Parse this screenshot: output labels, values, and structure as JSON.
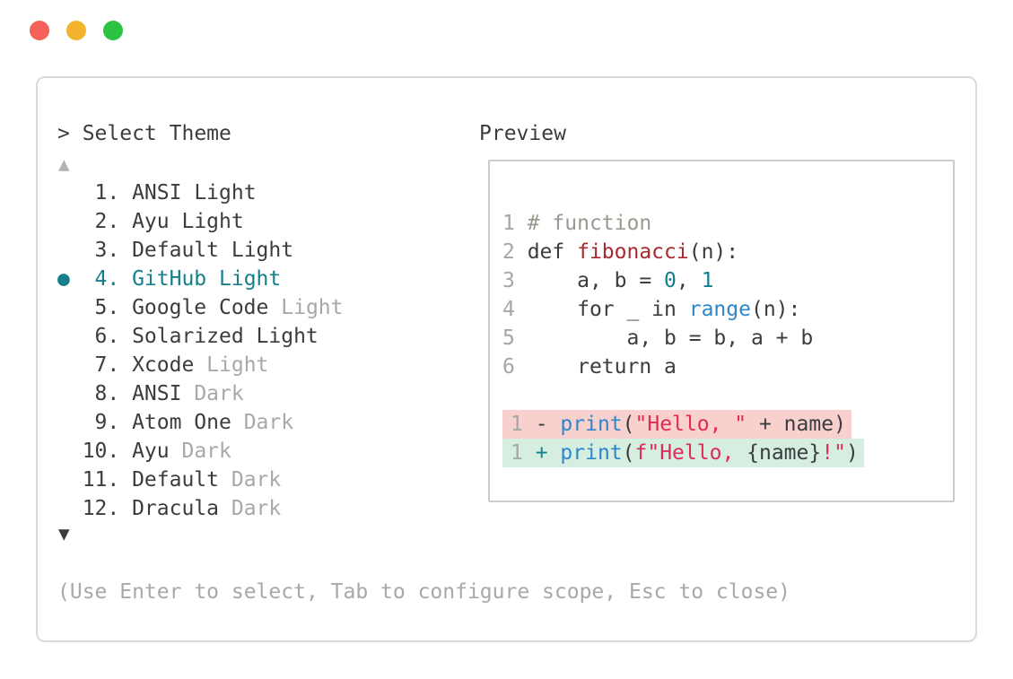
{
  "colors": {
    "text-dark": "#3a3d40",
    "text-muted": "#a8a8a8",
    "line-number": "#a6a6a6",
    "arrow-muted": "#b3b3b3",
    "accent-teal": "#15808b",
    "panel-border": "#dadada",
    "box-border": "#cccccc",
    "code-comment": "#999a8f",
    "code-defname": "#a8292e",
    "code-number": "#0f7f8d",
    "code-call": "#2f86c9",
    "code-string": "#e02b59",
    "diff-removed-bg": "#f8d0cd",
    "diff-added-bg": "#d5eedf",
    "traffic-red": "#f4605a",
    "traffic-yellow": "#f2b42d",
    "traffic-green": "#2cc344"
  },
  "window": {
    "traffic_lights": [
      {
        "name": "close-button",
        "color_key": "traffic-red"
      },
      {
        "name": "minimize-button",
        "color_key": "traffic-yellow"
      },
      {
        "name": "zoom-button",
        "color_key": "traffic-green"
      }
    ]
  },
  "palette": {
    "title": "> Select Theme",
    "scroll_up": "▲",
    "scroll_down": "▼",
    "selected_marker": "●",
    "hint": "(Use Enter to select, Tab to configure scope, Esc to close)",
    "items": [
      {
        "number": "1.",
        "name": "ANSI",
        "variant": "Light",
        "variant_muted": false,
        "selected": false
      },
      {
        "number": "2.",
        "name": "Ayu",
        "variant": "Light",
        "variant_muted": false,
        "selected": false
      },
      {
        "number": "3.",
        "name": "Default",
        "variant": "Light",
        "variant_muted": false,
        "selected": false
      },
      {
        "number": "4.",
        "name": "GitHub",
        "variant": "Light",
        "variant_muted": false,
        "selected": true
      },
      {
        "number": "5.",
        "name": "Google Code",
        "variant": "Light",
        "variant_muted": true,
        "selected": false
      },
      {
        "number": "6.",
        "name": "Solarized",
        "variant": "Light",
        "variant_muted": false,
        "selected": false
      },
      {
        "number": "7.",
        "name": "Xcode",
        "variant": "Light",
        "variant_muted": true,
        "selected": false
      },
      {
        "number": "8.",
        "name": "ANSI",
        "variant": "Dark",
        "variant_muted": true,
        "selected": false
      },
      {
        "number": "9.",
        "name": "Atom One",
        "variant": "Dark",
        "variant_muted": true,
        "selected": false
      },
      {
        "number": "10.",
        "name": "Ayu",
        "variant": "Dark",
        "variant_muted": true,
        "selected": false
      },
      {
        "number": "11.",
        "name": "Default",
        "variant": "Dark",
        "variant_muted": true,
        "selected": false
      },
      {
        "number": "12.",
        "name": "Dracula",
        "variant": "Dark",
        "variant_muted": true,
        "selected": false
      }
    ]
  },
  "preview": {
    "label": "Preview",
    "lines": [
      {
        "tokens": [
          {
            "t": "1 ",
            "c": "ln"
          },
          {
            "t": "# function",
            "c": "comment"
          }
        ]
      },
      {
        "tokens": [
          {
            "t": "2 ",
            "c": "ln"
          },
          {
            "t": "def ",
            "c": "plain"
          },
          {
            "t": "fibonacci",
            "c": "defname"
          },
          {
            "t": "(n):",
            "c": "plain"
          }
        ]
      },
      {
        "tokens": [
          {
            "t": "3 ",
            "c": "ln"
          },
          {
            "t": "    a, b = ",
            "c": "plain"
          },
          {
            "t": "0",
            "c": "num"
          },
          {
            "t": ", ",
            "c": "plain"
          },
          {
            "t": "1",
            "c": "num"
          }
        ]
      },
      {
        "tokens": [
          {
            "t": "4 ",
            "c": "ln"
          },
          {
            "t": "    for _ in ",
            "c": "plain"
          },
          {
            "t": "range",
            "c": "call"
          },
          {
            "t": "(n):",
            "c": "plain"
          }
        ]
      },
      {
        "tokens": [
          {
            "t": "5 ",
            "c": "ln"
          },
          {
            "t": "        a, b = b, a + b",
            "c": "plain"
          }
        ]
      },
      {
        "tokens": [
          {
            "t": "6 ",
            "c": "ln"
          },
          {
            "t": "    return a",
            "c": "plain"
          }
        ]
      },
      {
        "blank": true
      },
      {
        "diff": "removed",
        "tokens": [
          {
            "t": "1 ",
            "c": "ln"
          },
          {
            "t": "- ",
            "c": "plain"
          },
          {
            "t": "print",
            "c": "call"
          },
          {
            "t": "(",
            "c": "plain"
          },
          {
            "t": "\"Hello, \"",
            "c": "str"
          },
          {
            "t": " + name)",
            "c": "plain"
          }
        ]
      },
      {
        "diff": "added",
        "tokens": [
          {
            "t": "1 ",
            "c": "ln"
          },
          {
            "t": "+ ",
            "c": "plus"
          },
          {
            "t": "print",
            "c": "call"
          },
          {
            "t": "(",
            "c": "plain"
          },
          {
            "t": "f\"Hello, ",
            "c": "str"
          },
          {
            "t": "{name}",
            "c": "plain"
          },
          {
            "t": "!\"",
            "c": "str"
          },
          {
            "t": ")",
            "c": "plain"
          }
        ]
      }
    ]
  }
}
